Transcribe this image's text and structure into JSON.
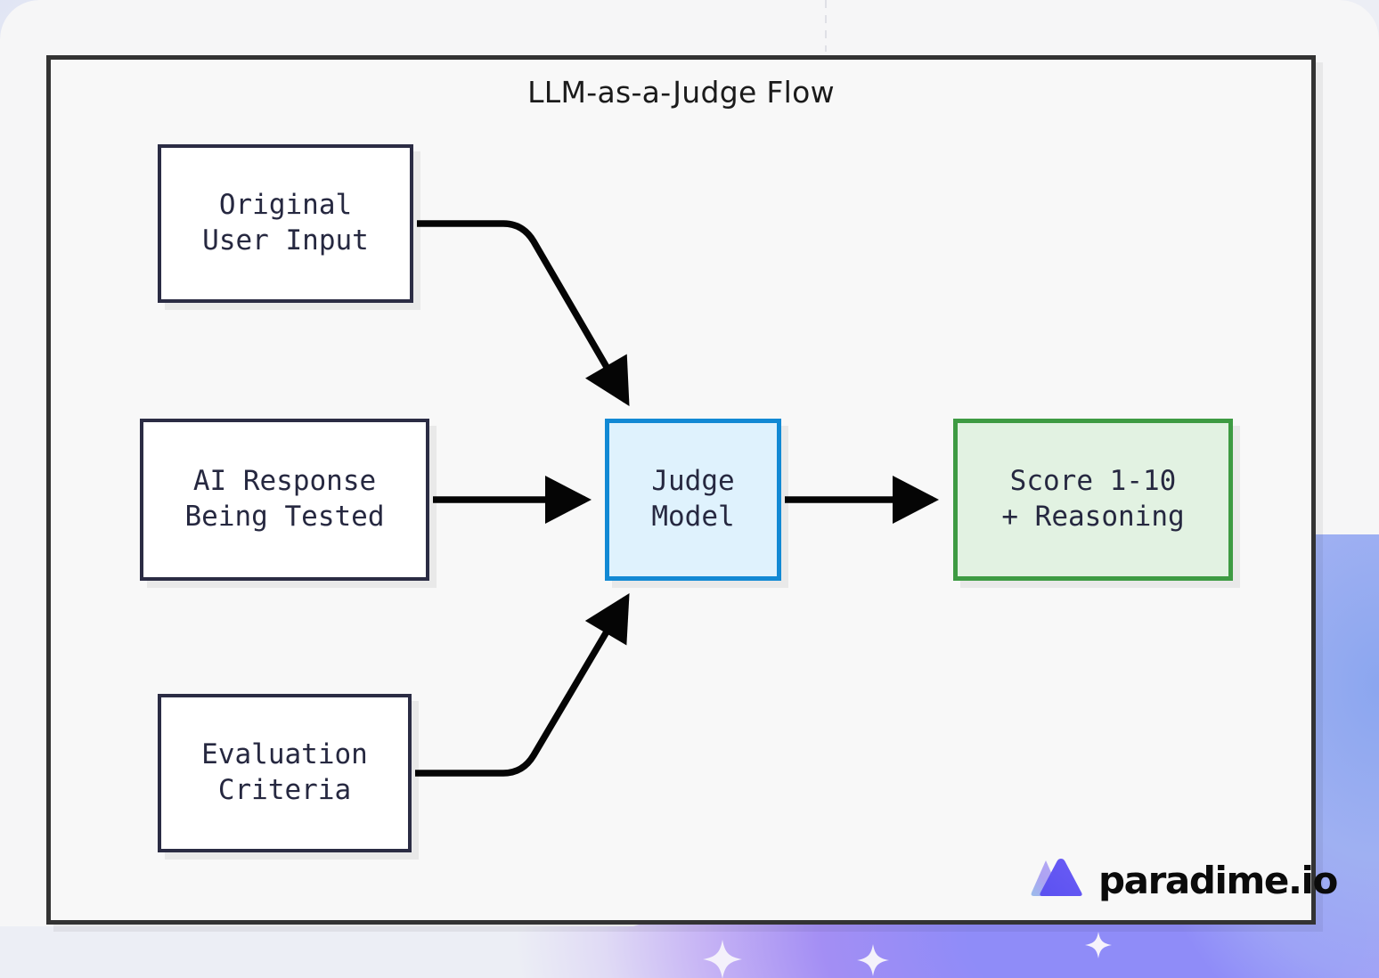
{
  "diagram": {
    "title": "LLM-as-a-Judge Flow",
    "type": "flowchart",
    "nodes": [
      {
        "id": "original",
        "label_line1": "Original",
        "label_line2": "User Input",
        "style": "plain",
        "border_color": "#2b2c44",
        "fill_color": "#ffffff"
      },
      {
        "id": "response",
        "label_line1": "AI Response",
        "label_line2": "Being Tested",
        "style": "plain",
        "border_color": "#2b2c44",
        "fill_color": "#ffffff"
      },
      {
        "id": "criteria",
        "label_line1": "Evaluation",
        "label_line2": "Criteria",
        "style": "plain",
        "border_color": "#2b2c44",
        "fill_color": "#ffffff"
      },
      {
        "id": "judge",
        "label_line1": "Judge",
        "label_line2": "Model",
        "style": "judge",
        "border_color": "#1289d4",
        "fill_color": "#dff2fd"
      },
      {
        "id": "score",
        "label_line1": "Score 1-10",
        "label_line2": "+ Reasoning",
        "style": "score",
        "border_color": "#3e9b43",
        "fill_color": "#e2f2e2"
      }
    ],
    "edges": [
      {
        "id": "original-to-judge",
        "from": "original",
        "to": "judge",
        "shape": "curved-down",
        "arrowhead": true
      },
      {
        "id": "response-to-judge",
        "from": "response",
        "to": "judge",
        "shape": "straight",
        "arrowhead": true
      },
      {
        "id": "criteria-to-judge",
        "from": "criteria",
        "to": "judge",
        "shape": "curved-up",
        "arrowhead": true
      },
      {
        "id": "judge-to-score",
        "from": "judge",
        "to": "score",
        "shape": "straight",
        "arrowhead": true
      }
    ],
    "card_border_color": "#333333",
    "card_background": "#f8f8f8",
    "edge_color": "#050505"
  },
  "branding": {
    "logo_name": "paradime-logo",
    "logo_text": "paradime.io",
    "mark_color_front": "#5b51f0",
    "mark_color_back": "#a79bf2",
    "text_color": "#0b0b0b"
  },
  "background": {
    "page_color": "#eceef5",
    "sheet_color": "#f6f6f7",
    "accent_purple": "#8f8cf8",
    "accent_blue": "#93a9f0",
    "sparkle_color": "#f4f1fb"
  }
}
